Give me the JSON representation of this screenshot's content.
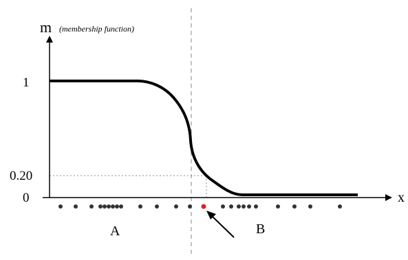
{
  "axes": {
    "y_label": "m",
    "y_label_note": "(membership function)",
    "x_label": "x",
    "ticks": [
      {
        "label": "1",
        "value": 1
      },
      {
        "label": "0.20",
        "value": 0.2
      },
      {
        "label": "0",
        "value": 0
      }
    ]
  },
  "groups": {
    "left_label": "A",
    "right_label": "B"
  },
  "colors": {
    "curve": "#000000",
    "dots": "#333333",
    "highlight_dot": "#dd2222",
    "divider": "#999999"
  },
  "icons": {
    "pointer": "arrow-icon"
  }
}
